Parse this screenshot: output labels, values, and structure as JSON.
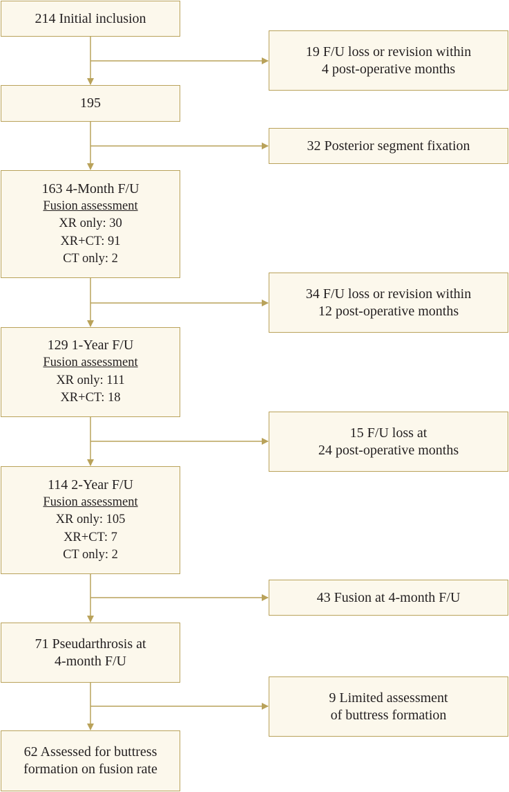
{
  "main": [
    {
      "key": "n1",
      "lines": [
        "214 Initial inclusion"
      ]
    },
    {
      "key": "n2",
      "lines": [
        "195"
      ]
    },
    {
      "key": "n3",
      "title": "163 4-Month F/U",
      "heading": "Fusion assessment",
      "lines": [
        "XR only: 30",
        "XR+CT: 91",
        "CT only: 2"
      ]
    },
    {
      "key": "n4",
      "title": "129 1-Year F/U",
      "heading": "Fusion assessment",
      "lines": [
        "XR only: 111",
        "XR+CT: 18"
      ]
    },
    {
      "key": "n5",
      "title": "114 2-Year F/U",
      "heading": "Fusion assessment",
      "lines": [
        "XR only: 105",
        "XR+CT: 7",
        "CT only: 2"
      ]
    },
    {
      "key": "n6",
      "lines": [
        "71 Pseudarthrosis at",
        "4-month F/U"
      ]
    },
    {
      "key": "n7",
      "lines": [
        "62 Assessed for buttress",
        "formation on fusion rate"
      ]
    }
  ],
  "side": [
    {
      "key": "s1",
      "lines": [
        "19 F/U loss or revision within",
        "4 post-operative months"
      ]
    },
    {
      "key": "s2",
      "lines": [
        "32 Posterior segment fixation"
      ]
    },
    {
      "key": "s3",
      "lines": [
        "34 F/U loss or revision within",
        "12 post-operative months"
      ]
    },
    {
      "key": "s4",
      "lines": [
        "15 F/U loss at",
        "24 post-operative months"
      ]
    },
    {
      "key": "s5",
      "lines": [
        "43 Fusion at 4-month F/U"
      ]
    },
    {
      "key": "s6",
      "lines": [
        "9 Limited assessment",
        "of buttress formation"
      ]
    }
  ],
  "colors": {
    "border": "#b9a25a",
    "fill": "#fcf8ec",
    "arrow": "#b9a25a"
  }
}
